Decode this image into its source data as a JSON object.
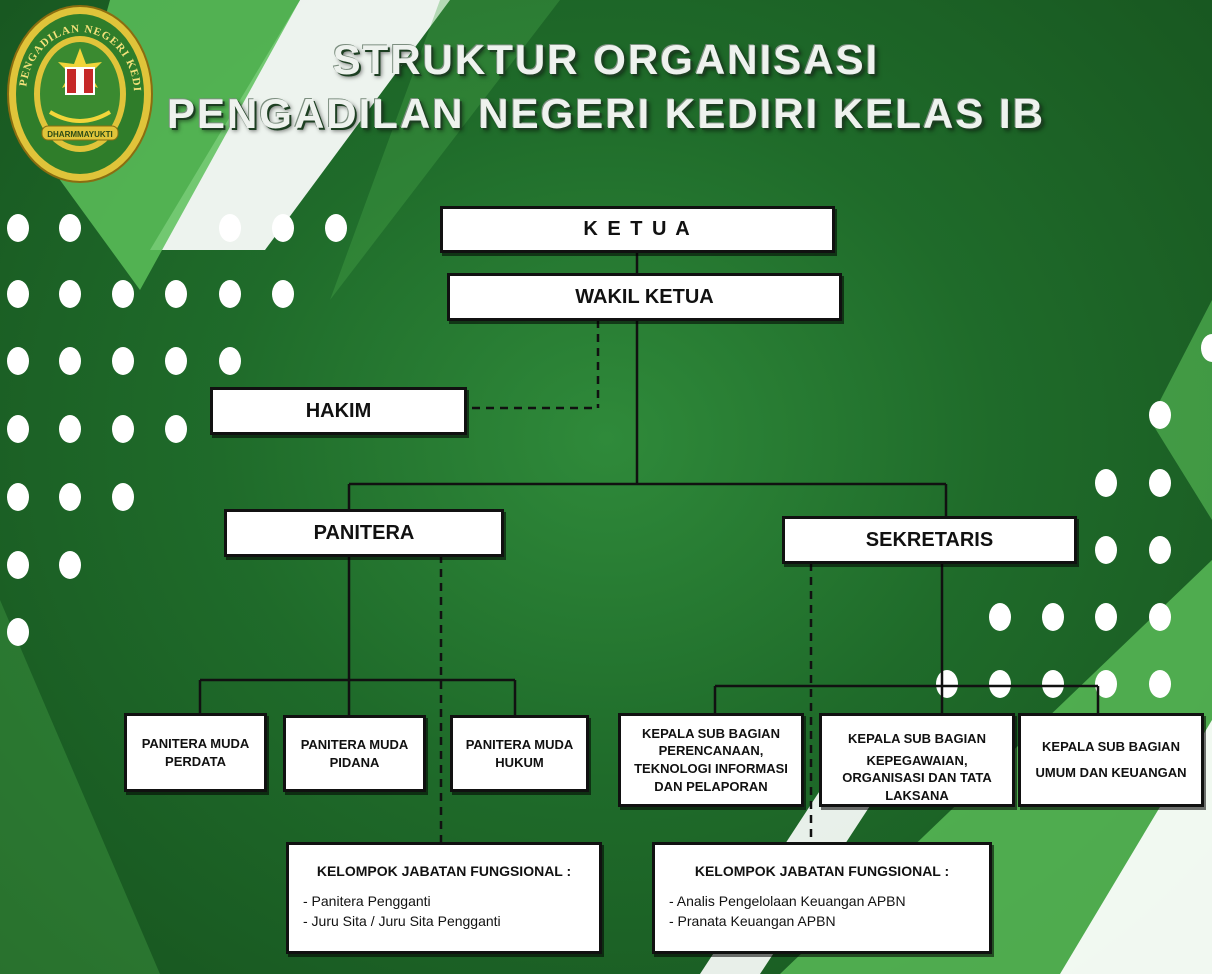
{
  "title": {
    "line1": "STRUKTUR ORGANISASI",
    "line2": "PENGADILAN NEGERI KEDIRI KELAS IB"
  },
  "logo": {
    "ring_text": "PENGADILAN NEGERI KEDIRI",
    "motto": "DHARMMAYUKTI"
  },
  "nodes": {
    "ketua": "K E T U A",
    "wakil_ketua": "WAKIL KETUA",
    "hakim": "HAKIM",
    "panitera": "PANITERA",
    "sekretaris": "SEKRETARIS",
    "panitera_muda_perdata": [
      "PANITERA MUDA",
      "PERDATA"
    ],
    "panitera_muda_pidana": [
      "PANITERA MUDA",
      "PIDANA"
    ],
    "panitera_muda_hukum": [
      "PANITERA MUDA",
      "HUKUM"
    ],
    "kasubag_perencanaan": [
      "KEPALA SUB BAGIAN",
      "PERENCANAAN,",
      "TEKNOLOGI INFORMASI",
      "DAN PELAPORAN"
    ],
    "kasubag_kepegawaian": [
      "KEPALA SUB BAGIAN",
      "KEPEGAWAIAN,",
      "ORGANISASI DAN TATA",
      "LAKSANA"
    ],
    "kasubag_umum": [
      "KEPALA SUB BAGIAN",
      "UMUM DAN KEUANGAN"
    ]
  },
  "fungsional": [
    {
      "heading": "KELOMPOK JABATAN FUNGSIONAL :",
      "items": [
        "- Panitera Pengganti",
        "- Juru Sita / Juru Sita Pengganti"
      ]
    },
    {
      "heading": "KELOMPOK JABATAN FUNGSIONAL :",
      "items": [
        "- Analis Pengelolaan Keuangan APBN",
        "- Pranata Keuangan APBN"
      ]
    }
  ],
  "colors": {
    "background": "#1f6b2a",
    "accent_light": "#5cbf5a",
    "logo_gold": "#e0c43a",
    "logo_green": "#2f7d2a"
  }
}
